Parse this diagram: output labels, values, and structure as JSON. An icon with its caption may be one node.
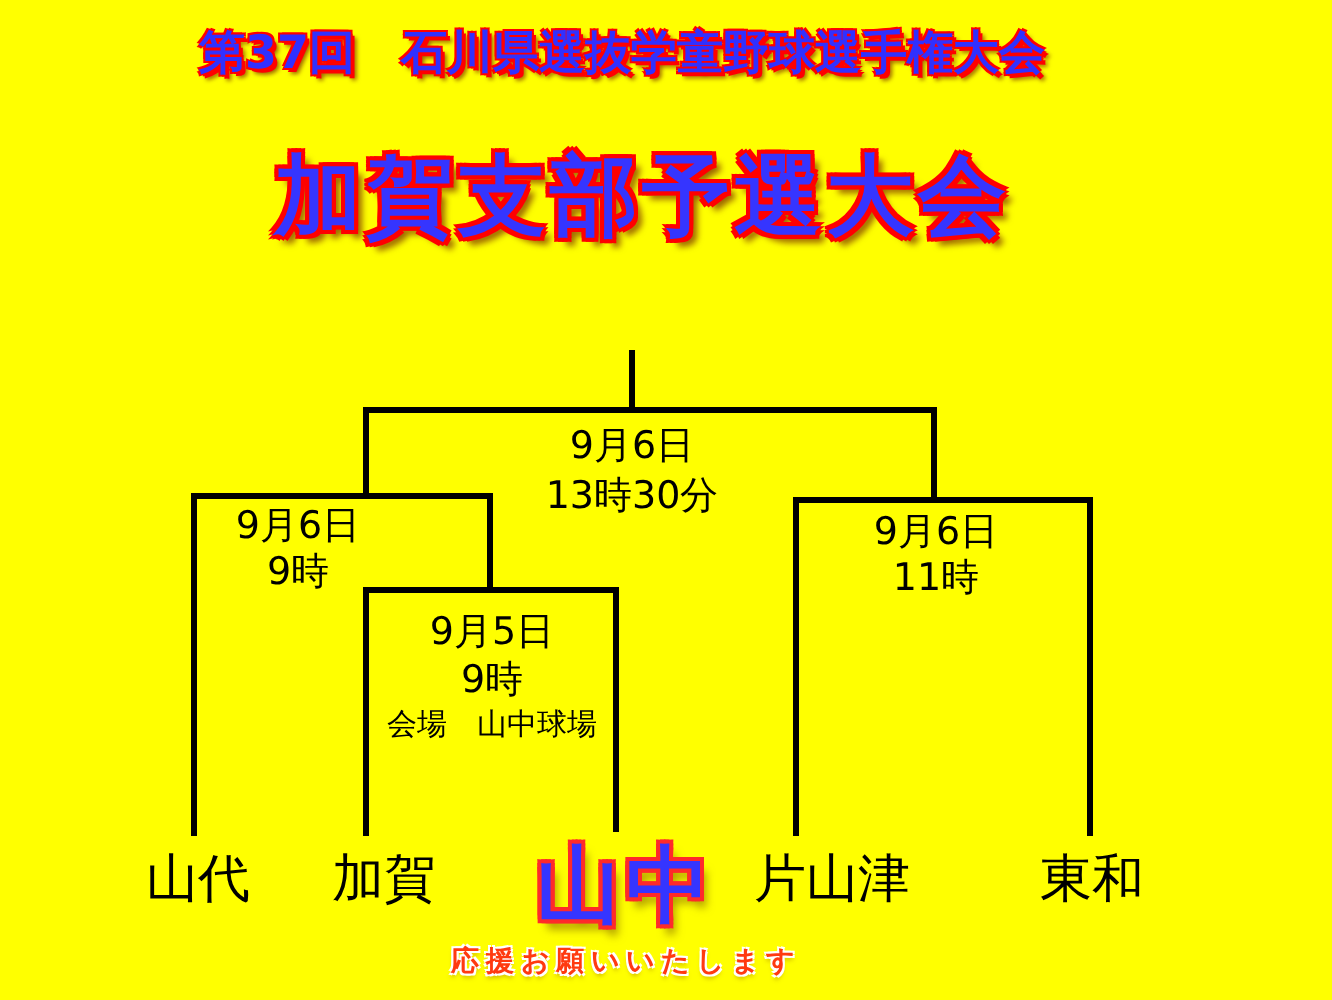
{
  "diagram": {
    "title": "加賀支部予選大会",
    "nodes": [
      {
        "text": [
          "9月6日",
          "13時30分"
        ]
      },
      {
        "text": [
          "9月6日",
          "9時"
        ]
      },
      {
        "text": [
          "9月6日",
          "11時"
        ]
      },
      {
        "text": [
          "9月5日",
          "9時",
          "会場　山中球場"
        ]
      },
      {
        "text": [
          "山代"
        ]
      },
      {
        "text": [
          "加賀"
        ]
      },
      {
        "text": [
          "山中"
        ],
        "beside": [
          "応援お願いいたします"
        ]
      },
      {
        "text": [
          "片山津"
        ]
      },
      {
        "text": [
          "東和"
        ]
      }
    ],
    "edges": [
      {
        "from": 0,
        "to": null,
        "arrow": "none"
      },
      {
        "from": 1,
        "to": 0,
        "arrow": "none"
      },
      {
        "from": 2,
        "to": 0,
        "arrow": "none"
      },
      {
        "from": 4,
        "to": 1,
        "arrow": "none"
      },
      {
        "from": 3,
        "to": 1,
        "arrow": "none"
      },
      {
        "from": 5,
        "to": 3,
        "arrow": "none"
      },
      {
        "from": 6,
        "to": 3,
        "arrow": "none"
      },
      {
        "from": 7,
        "to": 2,
        "arrow": "none"
      },
      {
        "from": 8,
        "to": 2,
        "arrow": "none"
      }
    ],
    "labels": [
      "第37回　石川県選抜学童野球選手権大会"
    ]
  }
}
